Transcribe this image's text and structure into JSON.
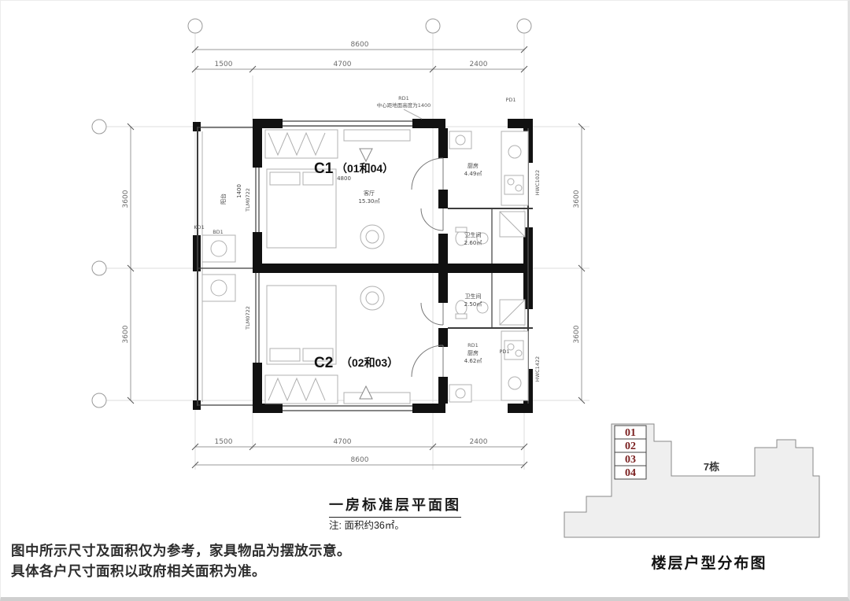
{
  "plan": {
    "c1": {
      "code": "C1",
      "units": "（01和04）"
    },
    "c2": {
      "code": "C2",
      "units": "（02和03）"
    },
    "rooms": [
      {
        "name": "客厅",
        "area": "15.30㎡"
      },
      {
        "name": "厨房",
        "area": "4.49㎡"
      },
      {
        "name": "卫生间",
        "area": "2.60㎡"
      },
      {
        "name": "卫生间",
        "area": "2.50㎡"
      },
      {
        "name": "厨房",
        "area": "4.62㎡"
      },
      {
        "name": "阳台",
        "area": ""
      }
    ],
    "annotations": {
      "rd1": "RD1",
      "rd1_note": "中心距地面高度为1400",
      "pd1": "PD1",
      "bd1": "BD1",
      "kd1": "KD1",
      "tlm": "TLM0722",
      "hwc_upper": "HWC1022",
      "hwc_lower": "HWC1422"
    }
  },
  "dims": {
    "top_total": "8600",
    "bottom_total": "8600",
    "top": [
      "1500",
      "4700",
      "2400"
    ],
    "bottom": [
      "1500",
      "4700",
      "2400"
    ],
    "left": [
      "3600",
      "3600"
    ],
    "right": [
      "3600",
      "3600"
    ],
    "inner": [
      "4800",
      "1400"
    ]
  },
  "title": {
    "main": "一房标准层平面图",
    "note": "注: 面积约36㎡。"
  },
  "disclaimer": {
    "line1": "图中所示尺寸及面积仅为参考，家具物品为摆放示意。",
    "line2": "具体各户尺寸面积以政府相关面积为准。"
  },
  "keyplan": {
    "units": [
      "01",
      "02",
      "03",
      "04"
    ],
    "building_label": "7栋",
    "caption": "楼层户型分布图"
  },
  "colors": {
    "wall": "#111111",
    "unit_number": "#7a1f1f"
  }
}
